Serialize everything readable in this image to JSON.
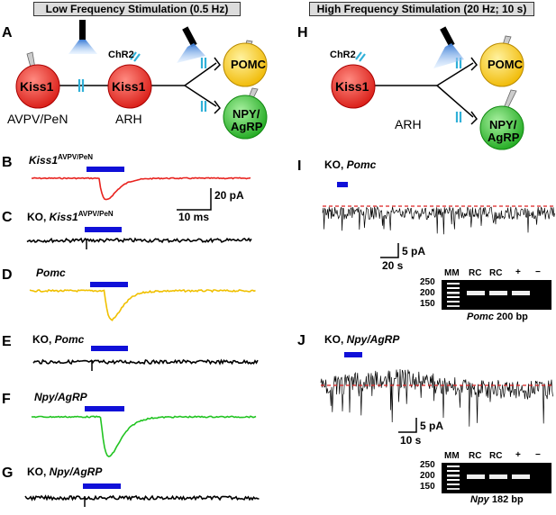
{
  "left_banner": "Low Frequency Stimulation (0.5 Hz)",
  "right_banner": "High Frequency Stimulation (20 Hz; 10 s)",
  "panels": {
    "A": "A",
    "B": "B",
    "C": "C",
    "D": "D",
    "E": "E",
    "F": "F",
    "G": "G",
    "H": "H",
    "I": "I",
    "J": "J"
  },
  "diagram_A": {
    "kiss1_left": "Kiss1",
    "kiss1_right": "Kiss1",
    "chr2": "ChR2",
    "pomc": "POMC",
    "npy_line1": "NPY/",
    "npy_line2": "AgRP",
    "region_left": "AVPV/PeN",
    "region_right": "ARH"
  },
  "diagram_H": {
    "kiss1": "Kiss1",
    "chr2": "ChR2",
    "pomc": "POMC",
    "npy_line1": "NPY/",
    "npy_line2": "AgRP",
    "region": "ARH"
  },
  "traces": {
    "B_gene": "Kiss1",
    "B_sup": "AVPV/PeN",
    "C_prefix": "KO, ",
    "C_gene": "Kiss1",
    "C_sup": "AVPV/PeN",
    "D_gene": "Pomc",
    "E_prefix": "KO, ",
    "E_gene": "Pomc",
    "F_gene": "Npy/AgRP",
    "G_prefix": "KO, ",
    "G_gene": "Npy/AgRP"
  },
  "scale_left": {
    "y": "20 pA",
    "x": "10 ms"
  },
  "panel_I": {
    "prefix": "KO, ",
    "gene": "Pomc",
    "scale_y": "5 pA",
    "scale_x": "20 s",
    "gel": {
      "lanes": [
        "MM",
        "RC",
        "RC",
        "+",
        "−"
      ],
      "ladder": [
        "250",
        "200",
        "150"
      ],
      "caption_gene": "Pomc",
      "caption_size": "200 bp"
    }
  },
  "panel_J": {
    "prefix": "KO, ",
    "gene": "Npy/AgRP",
    "scale_y": "5 pA",
    "scale_x": "10 s",
    "gel": {
      "lanes": [
        "MM",
        "RC",
        "RC",
        "+",
        "−"
      ],
      "ladder": [
        "250",
        "200",
        "150"
      ],
      "caption_gene": "Npy",
      "caption_size": "182 bp"
    }
  },
  "colors": {
    "kiss1": "#e8231f",
    "pomc": "#f5c400",
    "npy": "#2db52d",
    "stim": "#1010d8",
    "chr2": "#30b0d8",
    "trace_red": "#e8231f",
    "trace_yellow": "#f0c000",
    "trace_green": "#22c422",
    "dashed": "#dd2020",
    "banner_bg": "#dcdcdc"
  }
}
